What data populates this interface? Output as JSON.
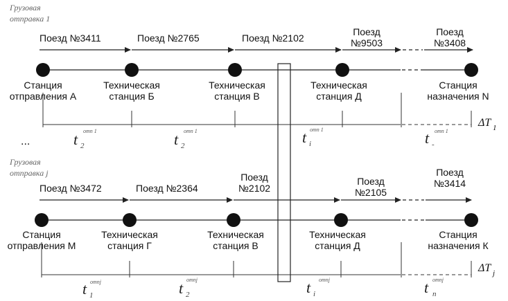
{
  "shipments": [
    {
      "header": [
        "Грузовая",
        "отправка 1"
      ],
      "trains": [
        {
          "lines": [
            "Поезд №3411"
          ]
        },
        {
          "lines": [
            "Поезд №2765"
          ]
        },
        {
          "lines": [
            "Поезд №2102"
          ]
        },
        {
          "lines": [
            "Поезд",
            "№9503"
          ]
        },
        {
          "lines": [
            "Поезд",
            "№3408"
          ]
        }
      ],
      "stations": [
        {
          "lines": [
            "Станция",
            "отправления А"
          ]
        },
        {
          "lines": [
            "Техническая",
            "станция Б"
          ]
        },
        {
          "lines": [
            "Техническая",
            "станция В"
          ]
        },
        {
          "lines": [
            "Техническая",
            "станция Д"
          ]
        },
        {
          "lines": [
            "Станция",
            "назначения N"
          ]
        }
      ],
      "intervals": [
        {
          "t": "t",
          "sub": "2",
          "sup": "отп 1"
        },
        {
          "t": "t",
          "sub": "2",
          "sup": "отп 1"
        },
        {
          "t": "t",
          "sub": "i",
          "sup": "отп 1"
        },
        {
          "t": "t",
          "sub": "-",
          "sup": "отп 1"
        }
      ],
      "ellipsis": "...",
      "delta": {
        "symbol": "ΔT",
        "sub": "1"
      }
    },
    {
      "header": [
        "Грузовая",
        "отправка j"
      ],
      "trains": [
        {
          "lines": [
            "Поезд №3472"
          ]
        },
        {
          "lines": [
            "Поезд №2364"
          ]
        },
        {
          "lines": [
            "Поезд",
            "№2102"
          ]
        },
        {
          "lines": [
            "Поезд",
            "№2105"
          ]
        },
        {
          "lines": [
            "Поезд",
            "№3414"
          ]
        }
      ],
      "stations": [
        {
          "lines": [
            "Станция",
            "отправления М"
          ]
        },
        {
          "lines": [
            "Техническая",
            "станция Г"
          ]
        },
        {
          "lines": [
            "Техническая",
            "станция В"
          ]
        },
        {
          "lines": [
            "Техническая",
            "станция Д"
          ]
        },
        {
          "lines": [
            "Станция",
            "назначения К"
          ]
        }
      ],
      "intervals": [
        {
          "t": "t",
          "sub": "1",
          "sup": "отпj"
        },
        {
          "t": "t",
          "sub": "2",
          "sup": "отпj"
        },
        {
          "t": "t",
          "sub": "i",
          "sup": "отпj"
        },
        {
          "t": "t",
          "sub": "n",
          "sup": "отпj"
        }
      ],
      "ellipsis": "",
      "delta": {
        "symbol": "ΔT",
        "sub": "j"
      }
    }
  ],
  "colors": {
    "ink": "#111111",
    "arrow": "#222222",
    "hatch": "#999999",
    "header": "#666666"
  }
}
